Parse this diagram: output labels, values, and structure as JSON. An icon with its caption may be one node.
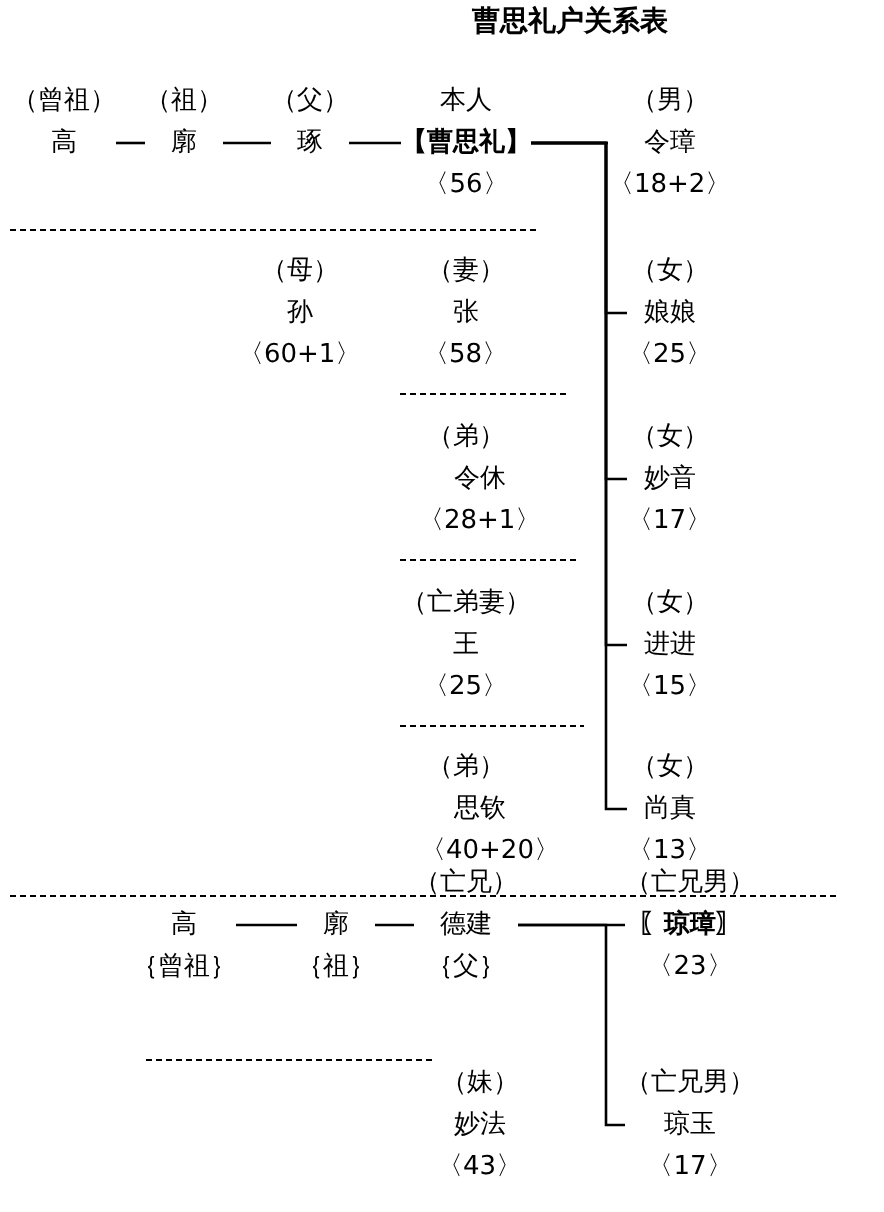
{
  "diagram": {
    "title": "曹思礼户关系表",
    "nodes": [
      {
        "text": [
          "（曾祖）",
          "高"
        ]
      },
      {
        "text": [
          "（祖）",
          "廓"
        ]
      },
      {
        "text": [
          "（父）",
          "琢"
        ]
      },
      {
        "text": [
          "本人",
          "【曹思礼】",
          "〈56〉"
        ]
      },
      {
        "text": [
          "（男）",
          "令璋",
          "〈18+2〉"
        ]
      },
      {
        "text": [
          "（女）",
          "娘娘",
          "〈25〉"
        ]
      },
      {
        "text": [
          "（女）",
          "妙音",
          "〈17〉"
        ]
      },
      {
        "text": [
          "（女）",
          "进进",
          "〈15〉"
        ]
      },
      {
        "text": [
          "（女）",
          "尚真",
          "〈13〉"
        ]
      },
      {
        "text": [
          "高",
          "｛曾祖｝"
        ]
      },
      {
        "text": [
          "廓",
          "｛祖｝"
        ]
      },
      {
        "text": [
          "（亡兄）",
          "德建",
          "｛父｝"
        ]
      },
      {
        "text": [
          "（亡兄男）",
          "〖琼璋〗",
          "〈23〉"
        ]
      },
      {
        "text": [
          "（亡兄男）",
          "琼玉",
          "〈17〉"
        ]
      }
    ],
    "edges": [
      {
        "from": 0,
        "to": 1,
        "arrow": "none"
      },
      {
        "from": 1,
        "to": 2,
        "arrow": "none"
      },
      {
        "from": 2,
        "to": 3,
        "arrow": "none"
      },
      {
        "from": 3,
        "to": 4,
        "arrow": "none"
      },
      {
        "from": 3,
        "to": 5,
        "arrow": "none"
      },
      {
        "from": 3,
        "to": 6,
        "arrow": "none"
      },
      {
        "from": 3,
        "to": 7,
        "arrow": "none"
      },
      {
        "from": 3,
        "to": 8,
        "arrow": "none"
      },
      {
        "from": 9,
        "to": 10,
        "arrow": "none"
      },
      {
        "from": 10,
        "to": 11,
        "arrow": "none"
      },
      {
        "from": 11,
        "to": 12,
        "arrow": "none"
      },
      {
        "from": 11,
        "to": 13,
        "arrow": "none"
      }
    ],
    "labels": [
      "（母）",
      "孙",
      "〈60+1〉",
      "（妻）",
      "张",
      "〈58〉",
      "（弟）",
      "令休",
      "〈28+1〉",
      "（亡弟妻）",
      "王",
      "〈25〉",
      "（弟）",
      "思钦",
      "〈40+20〉",
      "（妹）",
      "妙法",
      "〈43〉"
    ]
  }
}
